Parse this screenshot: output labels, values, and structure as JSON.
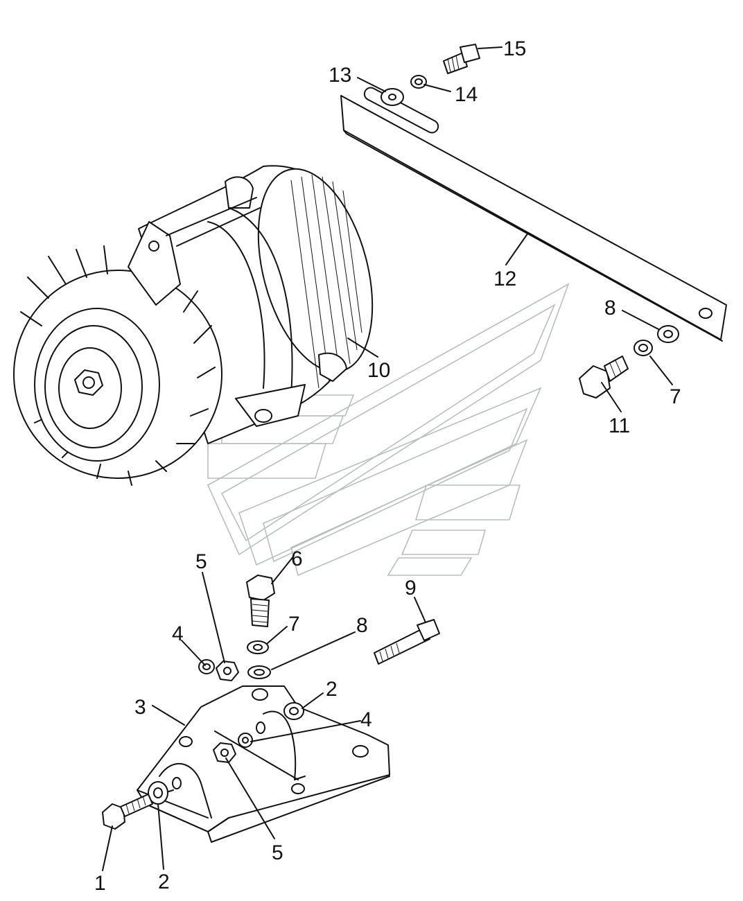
{
  "colors": {
    "ink": "#111111",
    "background": "#ffffff",
    "watermark": "#b9bdbd"
  },
  "callouts": {
    "c1": "1",
    "c2a": "2",
    "c2b": "2",
    "c3": "3",
    "c4a": "4",
    "c4b": "4",
    "c5a": "5",
    "c5b": "5",
    "c6": "6",
    "c7a": "7",
    "c7b": "7",
    "c8a": "8",
    "c8b": "8",
    "c9": "9",
    "c10": "10",
    "c11": "11",
    "c12": "12",
    "c13": "13",
    "c14": "14",
    "c15": "15"
  }
}
